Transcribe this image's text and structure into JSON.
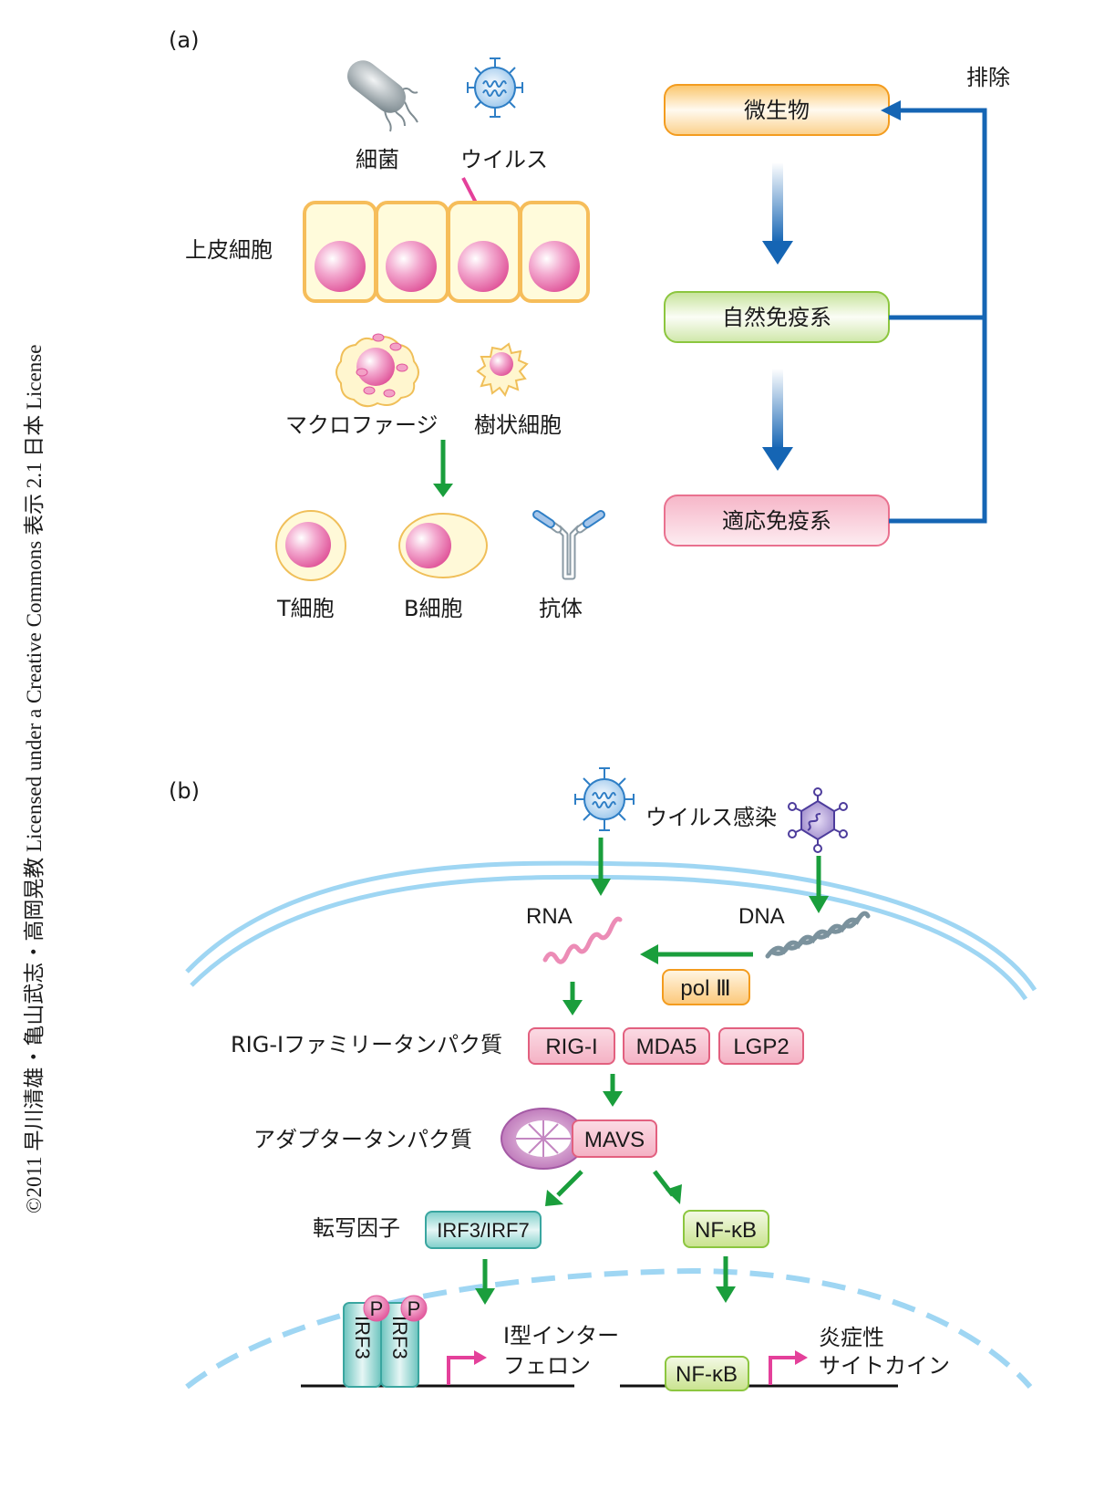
{
  "credit": "©2011 早川清雄・亀山武志・高岡晃教 Licensed under a Creative Commons 表示 2.1 日本 License",
  "panel_a": {
    "label": "(a)",
    "pathogens": {
      "bacteria": "細菌",
      "virus": "ウイルス"
    },
    "epithelial_cells": "上皮細胞",
    "innate_cells": {
      "macrophage": "マクロファージ",
      "dendritic": "樹状細胞"
    },
    "adaptive_cells": {
      "t_cell": "T細胞",
      "b_cell": "B細胞",
      "antibody": "抗体"
    },
    "flow": {
      "microbe": "微生物",
      "innate": "自然免疫系",
      "adaptive": "適応免疫系",
      "elimination": "排除"
    }
  },
  "panel_b": {
    "label": "(b)",
    "viral_infection": "ウイルス感染",
    "rna": "RNA",
    "dna": "DNA",
    "pol3": "pol Ⅲ",
    "rig_family_label": "RIG-Iファミリータンパク質",
    "rig_family": [
      "RIG-I",
      "MDA5",
      "LGP2"
    ],
    "adaptor_label": "アダプタータンパク質",
    "mavs": "MAVS",
    "tf_label": "転写因子",
    "irf": "IRF3/IRF7",
    "nfkb": "NF-κB",
    "phospho": "P",
    "irf3": "IRF3",
    "ifn_line1": "I型インター",
    "ifn_line2": "フェロン",
    "cyto_line1": "炎症性",
    "cyto_line2": "サイトカイン"
  },
  "colors": {
    "blue_arrow": "#1565b4",
    "green_arrow": "#1a9e3c",
    "pink_arrow": "#e4409a",
    "membrane": "#9fd6f3",
    "orange_box": "#f5a623",
    "green_box": "#8cc63f",
    "pink_box": "#e9718f",
    "teal_box": "#3aa6a0"
  }
}
